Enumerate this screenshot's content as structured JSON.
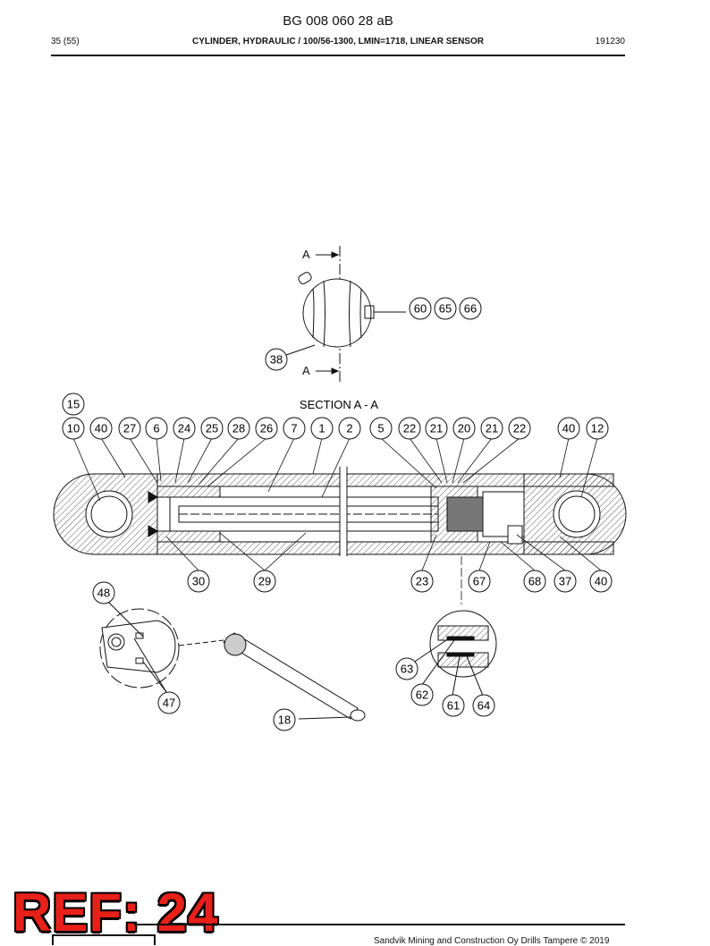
{
  "header": {
    "doc_number": "BG 008 060 28 aB",
    "page": "35 (55)",
    "title": "CYLINDER, HYDRAULIC / 100/56-1300, LMIN=1718, LINEAR SENSOR",
    "date": "191230"
  },
  "drawing": {
    "section_marker": "A",
    "section_label": "SECTION A - A",
    "callouts_top": [
      "15",
      "10",
      "40",
      "27",
      "6",
      "24",
      "25",
      "28",
      "26",
      "7",
      "1",
      "2",
      "5",
      "22",
      "21",
      "20",
      "21",
      "22",
      "40",
      "12"
    ],
    "callouts_end_view": [
      "60",
      "65",
      "66",
      "38"
    ],
    "callouts_bottom": [
      "30",
      "29",
      "23",
      "67",
      "68",
      "37",
      "40"
    ],
    "callouts_detail": [
      "48",
      "47",
      "18",
      "63",
      "62",
      "61",
      "64"
    ]
  },
  "footer": {
    "ref_label": "REF: 24",
    "copyright": "Sandvik Mining and Construction Oy Drills Tampere © 2019"
  }
}
